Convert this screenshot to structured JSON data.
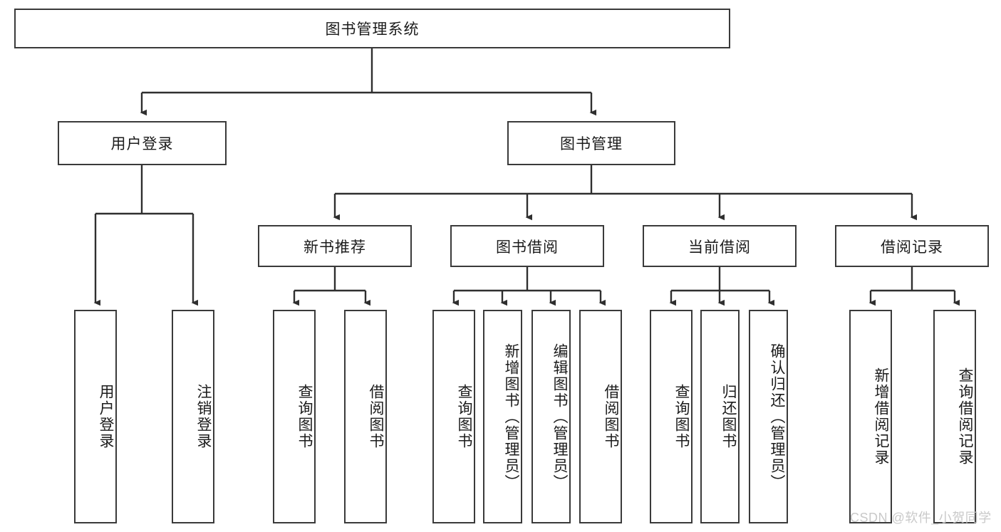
{
  "diagram": {
    "title": "图书管理系统",
    "type": "tree-hierarchy",
    "root": {
      "label": "图书管理系统"
    },
    "level2": [
      {
        "label": "用户登录"
      },
      {
        "label": "图书管理"
      }
    ],
    "level3": [
      {
        "label": "新书推荐"
      },
      {
        "label": "图书借阅"
      },
      {
        "label": "当前借阅"
      },
      {
        "label": "借阅记录"
      }
    ],
    "leaves": {
      "user_login": [
        {
          "label": "用户登录"
        },
        {
          "label": "注销登录"
        }
      ],
      "new_book_recommend": [
        {
          "label": "查询图书"
        },
        {
          "label": "借阅图书"
        }
      ],
      "book_borrow": [
        {
          "label": "查询图书"
        },
        {
          "label": "新增图书（管理员）"
        },
        {
          "label": "编辑图书（管理员）"
        },
        {
          "label": "借阅图书"
        }
      ],
      "current_borrow": [
        {
          "label": "查询图书"
        },
        {
          "label": "归还图书"
        },
        {
          "label": "确认归还（管理员）"
        }
      ],
      "borrow_record": [
        {
          "label": "新增借阅记录"
        },
        {
          "label": "查询借阅记录"
        }
      ]
    }
  },
  "watermark": {
    "text": "CSDN @软件_小贺同学"
  },
  "colors": {
    "border": "#3a3a3a",
    "text": "#1b1b1b",
    "background": "#ffffff",
    "watermark": "#c9c9c9"
  }
}
